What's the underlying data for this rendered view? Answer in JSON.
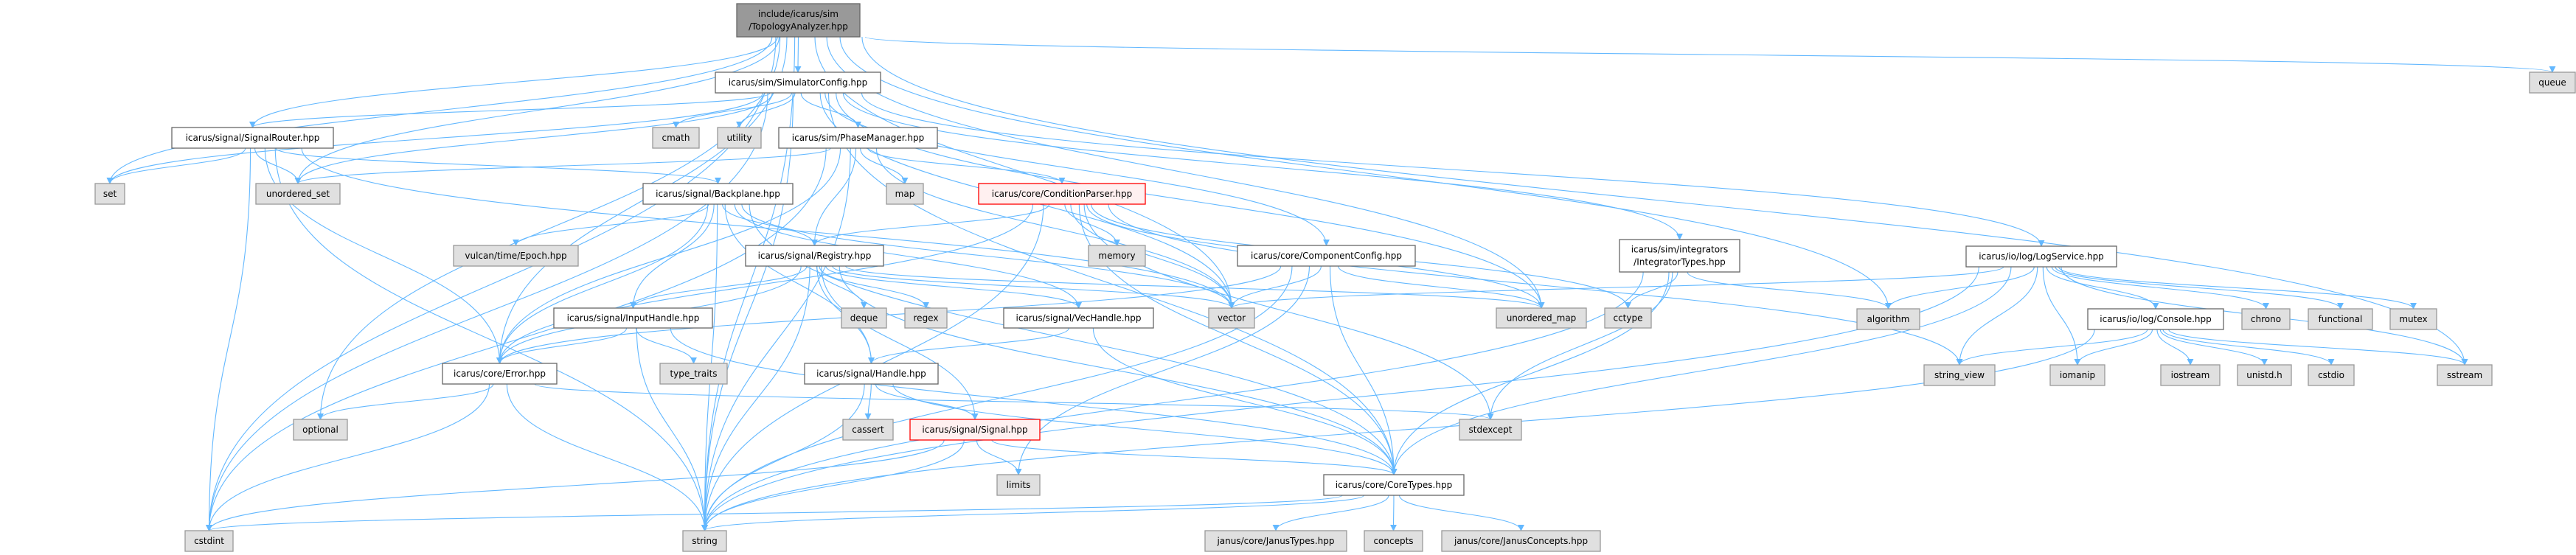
{
  "title": "include/icarus/sim/TopologyAnalyzer.hpp include dependency graph",
  "colors": {
    "edge": "#63b8ff",
    "root_fill": "#999999",
    "root_border": "#666666",
    "doc_fill": "#ffffff",
    "doc_border": "#666666",
    "external_fill": "#e0e0e0",
    "external_border": "#999999",
    "error_fill": "#fff0f0",
    "error_border": "#ff0000"
  },
  "nodes": [
    {
      "id": "topo",
      "lines": [
        "include/icarus/sim",
        "/TopologyAnalyzer.hpp"
      ],
      "kind": "root"
    },
    {
      "id": "simcfg",
      "lines": [
        "icarus/sim/SimulatorConfig.hpp"
      ],
      "kind": "doc"
    },
    {
      "id": "router",
      "lines": [
        "icarus/signal/SignalRouter.hpp"
      ],
      "kind": "doc"
    },
    {
      "id": "cmath",
      "lines": [
        "cmath"
      ],
      "kind": "external"
    },
    {
      "id": "utility",
      "lines": [
        "utility"
      ],
      "kind": "external"
    },
    {
      "id": "phase",
      "lines": [
        "icarus/sim/PhaseManager.hpp"
      ],
      "kind": "doc"
    },
    {
      "id": "set",
      "lines": [
        "set"
      ],
      "kind": "external"
    },
    {
      "id": "uset",
      "lines": [
        "unordered_set"
      ],
      "kind": "external"
    },
    {
      "id": "backplane",
      "lines": [
        "icarus/signal/Backplane.hpp"
      ],
      "kind": "doc"
    },
    {
      "id": "map",
      "lines": [
        "map"
      ],
      "kind": "external"
    },
    {
      "id": "cond",
      "lines": [
        "icarus/core/ConditionParser.hpp"
      ],
      "kind": "error"
    },
    {
      "id": "epoch",
      "lines": [
        "vulcan/time/Epoch.hpp"
      ],
      "kind": "external"
    },
    {
      "id": "registry",
      "lines": [
        "icarus/signal/Registry.hpp"
      ],
      "kind": "doc"
    },
    {
      "id": "memory",
      "lines": [
        "memory"
      ],
      "kind": "external"
    },
    {
      "id": "compcfg",
      "lines": [
        "icarus/core/ComponentConfig.hpp"
      ],
      "kind": "doc"
    },
    {
      "id": "integ",
      "lines": [
        "icarus/sim/integrators",
        "/IntegratorTypes.hpp"
      ],
      "kind": "doc"
    },
    {
      "id": "logsvc",
      "lines": [
        "icarus/io/log/LogService.hpp"
      ],
      "kind": "doc"
    },
    {
      "id": "queue",
      "lines": [
        "queue"
      ],
      "kind": "external"
    },
    {
      "id": "input",
      "lines": [
        "icarus/signal/InputHandle.hpp"
      ],
      "kind": "doc"
    },
    {
      "id": "deque",
      "lines": [
        "deque"
      ],
      "kind": "external"
    },
    {
      "id": "regex",
      "lines": [
        "regex"
      ],
      "kind": "external"
    },
    {
      "id": "vechandle",
      "lines": [
        "icarus/signal/VecHandle.hpp"
      ],
      "kind": "doc"
    },
    {
      "id": "vector",
      "lines": [
        "vector"
      ],
      "kind": "external"
    },
    {
      "id": "umap",
      "lines": [
        "unordered_map"
      ],
      "kind": "external"
    },
    {
      "id": "cctype",
      "lines": [
        "cctype"
      ],
      "kind": "external"
    },
    {
      "id": "algorithm",
      "lines": [
        "algorithm"
      ],
      "kind": "external"
    },
    {
      "id": "console",
      "lines": [
        "icarus/io/log/Console.hpp"
      ],
      "kind": "doc"
    },
    {
      "id": "chrono",
      "lines": [
        "chrono"
      ],
      "kind": "external"
    },
    {
      "id": "functional",
      "lines": [
        "functional"
      ],
      "kind": "external"
    },
    {
      "id": "mutex",
      "lines": [
        "mutex"
      ],
      "kind": "external"
    },
    {
      "id": "error",
      "lines": [
        "icarus/core/Error.hpp"
      ],
      "kind": "doc"
    },
    {
      "id": "typetraits",
      "lines": [
        "type_traits"
      ],
      "kind": "external"
    },
    {
      "id": "handle",
      "lines": [
        "icarus/signal/Handle.hpp"
      ],
      "kind": "doc"
    },
    {
      "id": "signal",
      "lines": [
        "icarus/signal/Signal.hpp"
      ],
      "kind": "error"
    },
    {
      "id": "stdexcept",
      "lines": [
        "stdexcept"
      ],
      "kind": "external"
    },
    {
      "id": "stringview",
      "lines": [
        "string_view"
      ],
      "kind": "external"
    },
    {
      "id": "iomanip",
      "lines": [
        "iomanip"
      ],
      "kind": "external"
    },
    {
      "id": "iostream",
      "lines": [
        "iostream"
      ],
      "kind": "external"
    },
    {
      "id": "unistd",
      "lines": [
        "unistd.h"
      ],
      "kind": "external"
    },
    {
      "id": "cstdio",
      "lines": [
        "cstdio"
      ],
      "kind": "external"
    },
    {
      "id": "sstream",
      "lines": [
        "sstream"
      ],
      "kind": "external"
    },
    {
      "id": "optional",
      "lines": [
        "optional"
      ],
      "kind": "external"
    },
    {
      "id": "cassert",
      "lines": [
        "cassert"
      ],
      "kind": "external"
    },
    {
      "id": "limits",
      "lines": [
        "limits"
      ],
      "kind": "external"
    },
    {
      "id": "coretypes",
      "lines": [
        "icarus/core/CoreTypes.hpp"
      ],
      "kind": "doc"
    },
    {
      "id": "cstdint",
      "lines": [
        "cstdint"
      ],
      "kind": "external"
    },
    {
      "id": "string",
      "lines": [
        "string"
      ],
      "kind": "external"
    },
    {
      "id": "janustypes",
      "lines": [
        "janus/core/JanusTypes.hpp"
      ],
      "kind": "external"
    },
    {
      "id": "concepts",
      "lines": [
        "concepts"
      ],
      "kind": "external"
    },
    {
      "id": "janusconcepts",
      "lines": [
        "janus/core/JanusConcepts.hpp"
      ],
      "kind": "external"
    }
  ],
  "edges": [
    [
      "topo",
      "simcfg"
    ],
    [
      "topo",
      "router"
    ],
    [
      "topo",
      "set"
    ],
    [
      "topo",
      "uset"
    ],
    [
      "topo",
      "error"
    ],
    [
      "topo",
      "optional"
    ],
    [
      "topo",
      "string"
    ],
    [
      "topo",
      "cstdint"
    ],
    [
      "topo",
      "vector"
    ],
    [
      "topo",
      "umap"
    ],
    [
      "topo",
      "algorithm"
    ],
    [
      "topo",
      "queue"
    ],
    [
      "topo",
      "sstream"
    ],
    [
      "simcfg",
      "router"
    ],
    [
      "simcfg",
      "cmath"
    ],
    [
      "simcfg",
      "utility"
    ],
    [
      "simcfg",
      "phase"
    ],
    [
      "simcfg",
      "set"
    ],
    [
      "simcfg",
      "uset"
    ],
    [
      "simcfg",
      "cstdint"
    ],
    [
      "simcfg",
      "string"
    ],
    [
      "simcfg",
      "vector"
    ],
    [
      "simcfg",
      "umap"
    ],
    [
      "simcfg",
      "compcfg"
    ],
    [
      "simcfg",
      "integ"
    ],
    [
      "simcfg",
      "logsvc"
    ],
    [
      "simcfg",
      "coretypes"
    ],
    [
      "router",
      "set"
    ],
    [
      "router",
      "uset"
    ],
    [
      "router",
      "backplane"
    ],
    [
      "router",
      "cstdint"
    ],
    [
      "router",
      "string"
    ],
    [
      "router",
      "error"
    ],
    [
      "router",
      "vector"
    ],
    [
      "phase",
      "map"
    ],
    [
      "phase",
      "cond"
    ],
    [
      "phase",
      "registry"
    ],
    [
      "phase",
      "error"
    ],
    [
      "phase",
      "string"
    ],
    [
      "phase",
      "cstdint"
    ],
    [
      "phase",
      "vector"
    ],
    [
      "phase",
      "uset"
    ],
    [
      "backplane",
      "epoch"
    ],
    [
      "backplane",
      "registry"
    ],
    [
      "backplane",
      "input"
    ],
    [
      "backplane",
      "handle"
    ],
    [
      "backplane",
      "vechandle"
    ],
    [
      "backplane",
      "error"
    ],
    [
      "backplane",
      "string"
    ],
    [
      "backplane",
      "vector"
    ],
    [
      "backplane",
      "coretypes"
    ],
    [
      "cond",
      "memory"
    ],
    [
      "cond",
      "registry"
    ],
    [
      "cond",
      "string"
    ],
    [
      "cond",
      "vector"
    ],
    [
      "cond",
      "umap"
    ],
    [
      "cond",
      "cctype"
    ],
    [
      "cond",
      "stdexcept"
    ],
    [
      "cond",
      "stringview"
    ],
    [
      "cond",
      "coretypes"
    ],
    [
      "cond",
      "error"
    ],
    [
      "registry",
      "deque"
    ],
    [
      "registry",
      "regex"
    ],
    [
      "registry",
      "vechandle"
    ],
    [
      "registry",
      "vector"
    ],
    [
      "registry",
      "umap"
    ],
    [
      "registry",
      "input"
    ],
    [
      "registry",
      "handle"
    ],
    [
      "registry",
      "signal"
    ],
    [
      "registry",
      "error"
    ],
    [
      "registry",
      "string"
    ],
    [
      "registry",
      "coretypes"
    ],
    [
      "compcfg",
      "vector"
    ],
    [
      "compcfg",
      "umap"
    ],
    [
      "compcfg",
      "coretypes"
    ],
    [
      "compcfg",
      "string"
    ],
    [
      "compcfg",
      "limits"
    ],
    [
      "compcfg",
      "error"
    ],
    [
      "integ",
      "cctype"
    ],
    [
      "integ",
      "algorithm"
    ],
    [
      "integ",
      "stdexcept"
    ],
    [
      "integ",
      "coretypes"
    ],
    [
      "integ",
      "string"
    ],
    [
      "logsvc",
      "algorithm"
    ],
    [
      "logsvc",
      "stringview"
    ],
    [
      "logsvc",
      "iomanip"
    ],
    [
      "logsvc",
      "console"
    ],
    [
      "logsvc",
      "chrono"
    ],
    [
      "logsvc",
      "functional"
    ],
    [
      "logsvc",
      "mutex"
    ],
    [
      "logsvc",
      "sstream"
    ],
    [
      "logsvc",
      "vector"
    ],
    [
      "logsvc",
      "coretypes"
    ],
    [
      "logsvc",
      "string"
    ],
    [
      "console",
      "stringview"
    ],
    [
      "console",
      "iomanip"
    ],
    [
      "console",
      "iostream"
    ],
    [
      "console",
      "unistd"
    ],
    [
      "console",
      "cstdio"
    ],
    [
      "console",
      "sstream"
    ],
    [
      "console",
      "string"
    ],
    [
      "input",
      "error"
    ],
    [
      "input",
      "typetraits"
    ],
    [
      "input",
      "string"
    ],
    [
      "input",
      "coretypes"
    ],
    [
      "vechandle",
      "handle"
    ],
    [
      "vechandle",
      "coretypes"
    ],
    [
      "handle",
      "signal"
    ],
    [
      "handle",
      "cassert"
    ],
    [
      "handle",
      "string"
    ],
    [
      "handle",
      "coretypes"
    ],
    [
      "error",
      "optional"
    ],
    [
      "error",
      "cstdint"
    ],
    [
      "error",
      "string"
    ],
    [
      "error",
      "stdexcept"
    ],
    [
      "signal",
      "limits"
    ],
    [
      "signal",
      "coretypes"
    ],
    [
      "signal",
      "cstdint"
    ],
    [
      "signal",
      "string"
    ],
    [
      "coretypes",
      "janustypes"
    ],
    [
      "coretypes",
      "concepts"
    ],
    [
      "coretypes",
      "janusconcepts"
    ],
    [
      "coretypes",
      "string"
    ],
    [
      "coretypes",
      "cstdint"
    ]
  ]
}
